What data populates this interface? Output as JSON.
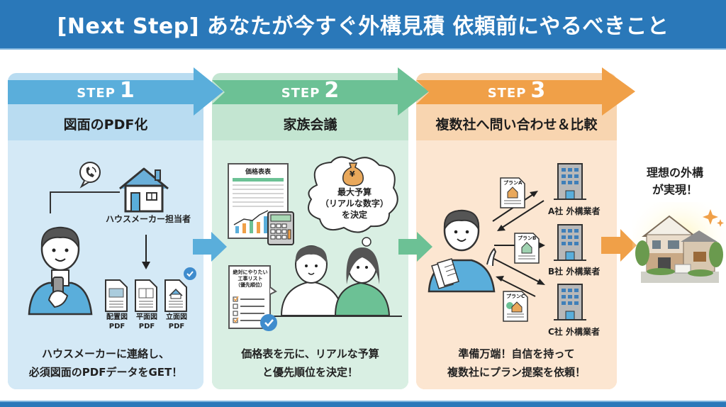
{
  "header": {
    "title": "[Next Step] あなたが今すぐ外構見積 依頼前にやるべきこと"
  },
  "colors": {
    "header_bg": "#2a78b9",
    "step1": "#5aaedb",
    "step2": "#6cc195",
    "step3": "#f0a048",
    "card1_bg": "#d4e9f6",
    "card2_bg": "#d9efe3",
    "card3_bg": "#fce6d1"
  },
  "steps": [
    {
      "step_word": "STEP",
      "number": "1",
      "title": "図面のPDF化",
      "caption_lines": [
        "ハウスメーカーに連絡し、",
        "必須図面のPDFデータをGET！"
      ],
      "illustration": {
        "contact_label": "ハウスメーカー担当者",
        "icons": [
          "person-with-phone-icon",
          "phone-call-bubble-icon",
          "house-icon",
          "check-badge-icon"
        ],
        "documents": [
          {
            "name": "配置図",
            "format": "PDF"
          },
          {
            "name": "平面図",
            "format": "PDF"
          },
          {
            "name": "立面図",
            "format": "PDF"
          }
        ]
      }
    },
    {
      "step_word": "STEP",
      "number": "2",
      "title": "家族会議",
      "caption_lines": [
        "価格表を元に、リアルな予算",
        "と優先順位を決定！"
      ],
      "illustration": {
        "price_sheet_title": "価格表表",
        "thought_bubble_lines": [
          "最大予算",
          "（リアルな数字）",
          "を決定"
        ],
        "money_symbol": "¥",
        "checklist_lines": [
          "絶対にやりたい",
          "工事リスト",
          "（優先順位）"
        ],
        "checklist_items": [
          true,
          false,
          false,
          true
        ]
      }
    },
    {
      "step_word": "STEP",
      "number": "3",
      "title": "複数社へ問い合わせ＆比較",
      "caption_lines": [
        "準備万端！自信を持って",
        "複数社にプラン提案を依頼！"
      ],
      "illustration": {
        "plans": [
          "プランA",
          "プランB",
          "プランC"
        ],
        "companies": [
          "A社 外構業者",
          "B社 外構業者",
          "C社 外構業者"
        ]
      }
    }
  ],
  "result": {
    "title_lines": [
      "理想の外構",
      "が実現！"
    ],
    "image": "finished-house-with-exterior-garden"
  }
}
